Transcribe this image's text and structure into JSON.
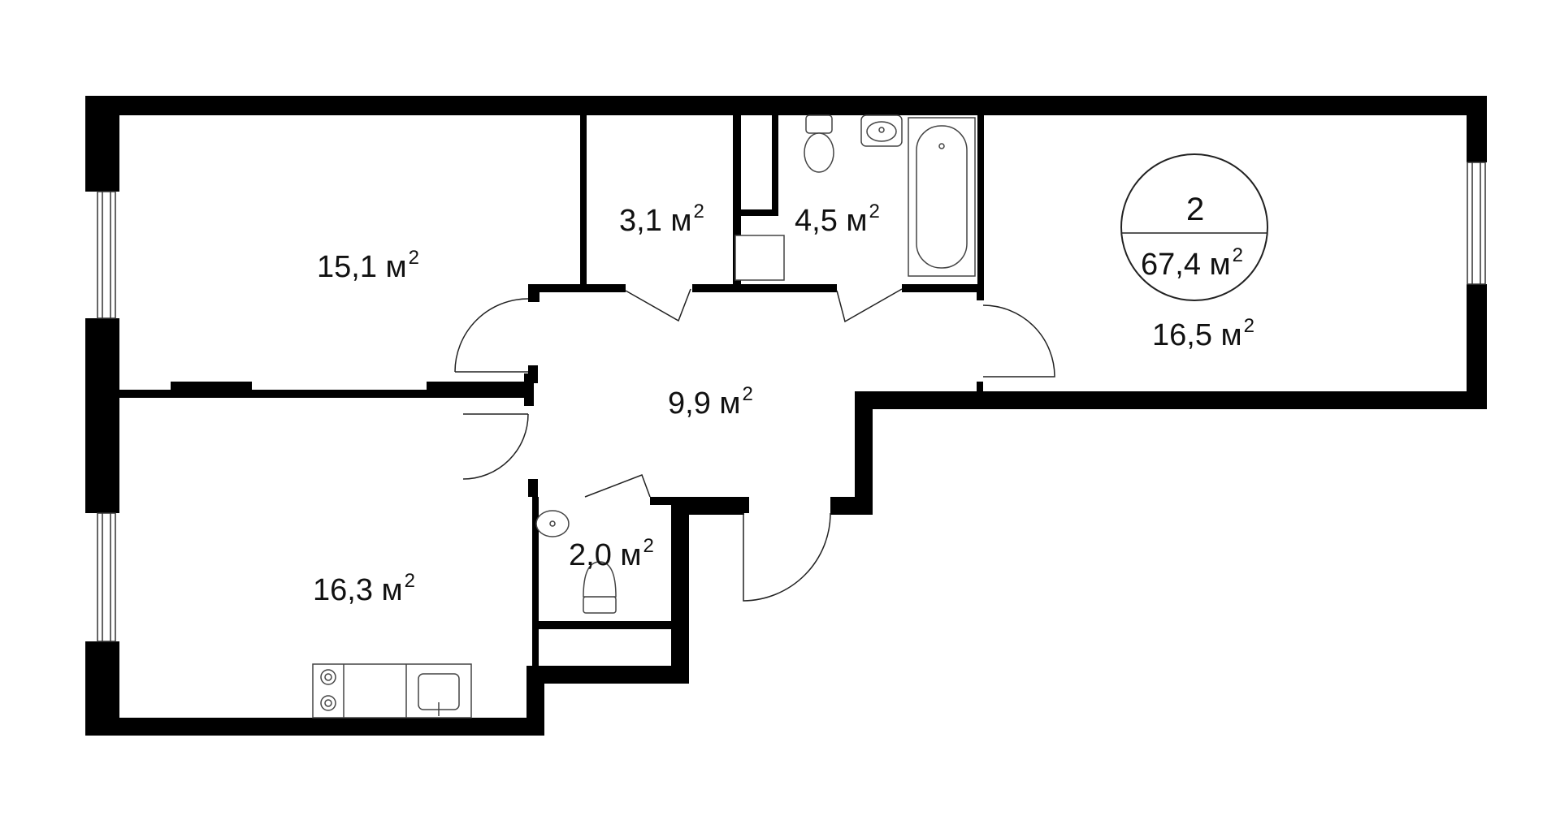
{
  "apartment": {
    "rooms": "2",
    "total_area": "67,4",
    "unit": "м",
    "unit_power": "2"
  },
  "rooms": {
    "bedroom_top_left": {
      "area": "15,1",
      "unit": "м",
      "power": "2"
    },
    "storage": {
      "area": "3,1",
      "unit": "м",
      "power": "2"
    },
    "bathroom": {
      "area": "4,5",
      "unit": "м",
      "power": "2"
    },
    "bedroom_right": {
      "area": "16,5",
      "unit": "м",
      "power": "2"
    },
    "hall": {
      "area": "9,9",
      "unit": "м",
      "power": "2"
    },
    "toilet": {
      "area": "2,0",
      "unit": "м",
      "power": "2"
    },
    "kitchen": {
      "area": "16,3",
      "unit": "м",
      "power": "2"
    }
  },
  "colors": {
    "wall": "#000000",
    "background": "#ffffff",
    "fixture_stroke": "#444444"
  }
}
